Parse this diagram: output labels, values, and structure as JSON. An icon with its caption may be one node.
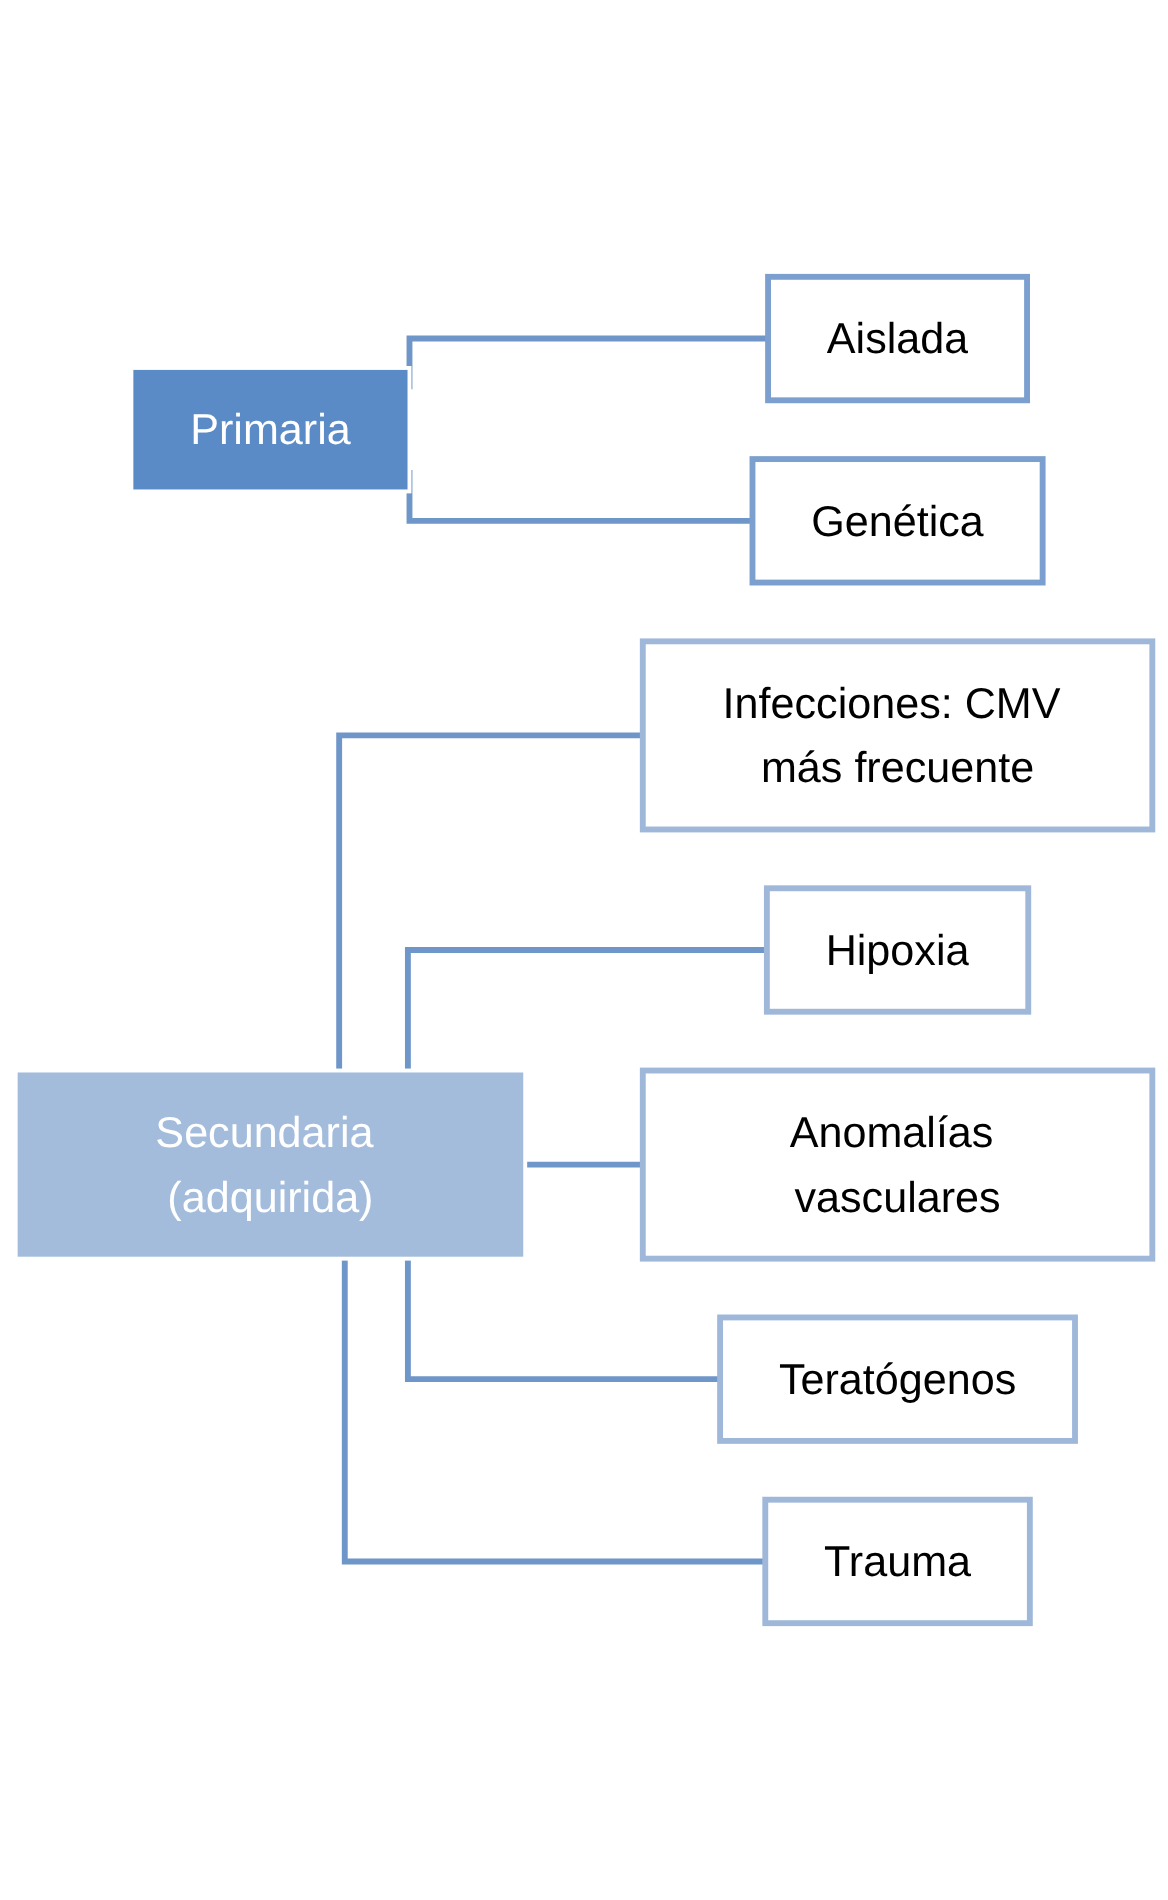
{
  "diagram": {
    "nodes": [
      {
        "text": [
          "Primaria"
        ]
      },
      {
        "text": [
          "Secundaria (adquirida)"
        ]
      },
      {
        "text": [
          "Aislada"
        ]
      },
      {
        "text": [
          "Genética"
        ]
      },
      {
        "text": [
          "Infecciones: CMV más frecuente"
        ]
      },
      {
        "text": [
          "Hipoxia"
        ]
      },
      {
        "text": [
          "Anomalías vasculares"
        ]
      },
      {
        "text": [
          "Teratógenos"
        ]
      },
      {
        "text": [
          "Trauma"
        ]
      }
    ],
    "edges": [
      {
        "from": 0,
        "to": 2,
        "arrow": "none"
      },
      {
        "from": 0,
        "to": 3,
        "arrow": "none"
      },
      {
        "from": 1,
        "to": 4,
        "arrow": "none"
      },
      {
        "from": 1,
        "to": 5,
        "arrow": "none"
      },
      {
        "from": 1,
        "to": 6,
        "arrow": "none"
      },
      {
        "from": 1,
        "to": 7,
        "arrow": "none"
      },
      {
        "from": 1,
        "to": 8,
        "arrow": "none"
      }
    ]
  }
}
